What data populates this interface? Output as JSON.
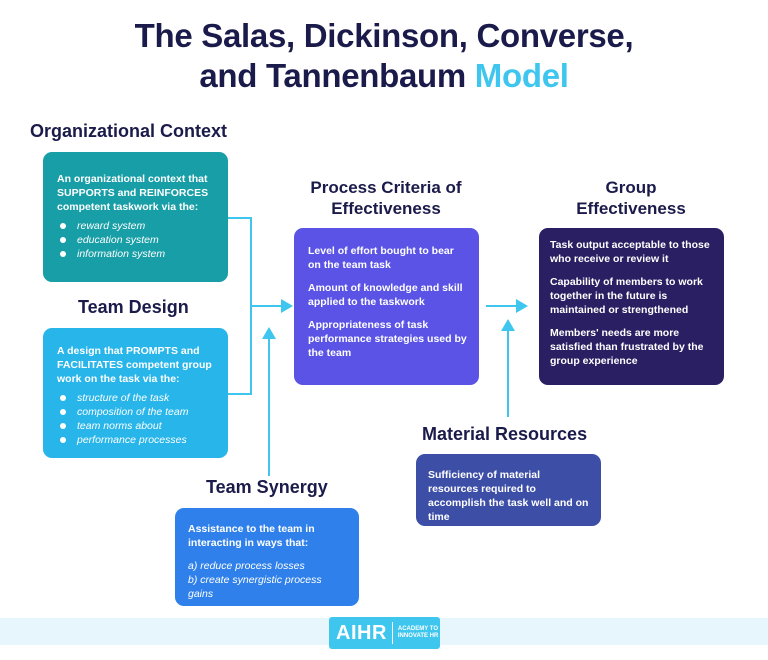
{
  "title": {
    "line1": "The Salas, Dickinson, Converse,",
    "line2": "and Tannenbaum",
    "accent": "Model"
  },
  "organizational_context": {
    "heading": "Organizational Context",
    "text": "An organizational context that SUPPORTS and REINFORCES competent taskwork via the:",
    "items": [
      "reward system",
      "education system",
      "information system"
    ]
  },
  "team_design": {
    "heading": "Team Design",
    "text": "A design that PROMPTS and FACILITATES competent group work on the task via the:",
    "items": [
      "structure of the task",
      "composition of the team",
      "team norms about",
      "performance processes"
    ]
  },
  "team_synergy": {
    "heading": "Team Synergy",
    "text": "Assistance to the team in interacting in ways that:",
    "items": [
      "a) reduce process losses",
      "b) create synergistic process gains"
    ]
  },
  "process_criteria": {
    "heading": "Process Criteria of Effectiveness",
    "items": [
      "Level of effort bought to bear on the team task",
      "Amount of knowledge and skill applied to the taskwork",
      "Appropriateness of task performance strategies used by the team"
    ]
  },
  "material_resources": {
    "heading": "Material Resources",
    "text": "Sufficiency of material resources required to accomplish the task well and on time"
  },
  "group_effectiveness": {
    "heading": "Group Effectiveness",
    "items": [
      "Task output acceptable to those who receive or review it",
      "Capability of members to work together in the future is maintained or strengthened",
      "Members' needs are more satisfied than frustrated by the group experience"
    ]
  },
  "footer": {
    "logo": "AIHR",
    "tagline": "ACADEMY TO INNOVATE HR"
  },
  "colors": {
    "navy": "#1b1b4b",
    "accent": "#3fc6ee",
    "teal": "#179ea6",
    "sky": "#27b5ea",
    "blue": "#2f80ea",
    "violet": "#5a53e6",
    "slate": "#3d4ea6",
    "deep_navy": "#2a1f62"
  }
}
